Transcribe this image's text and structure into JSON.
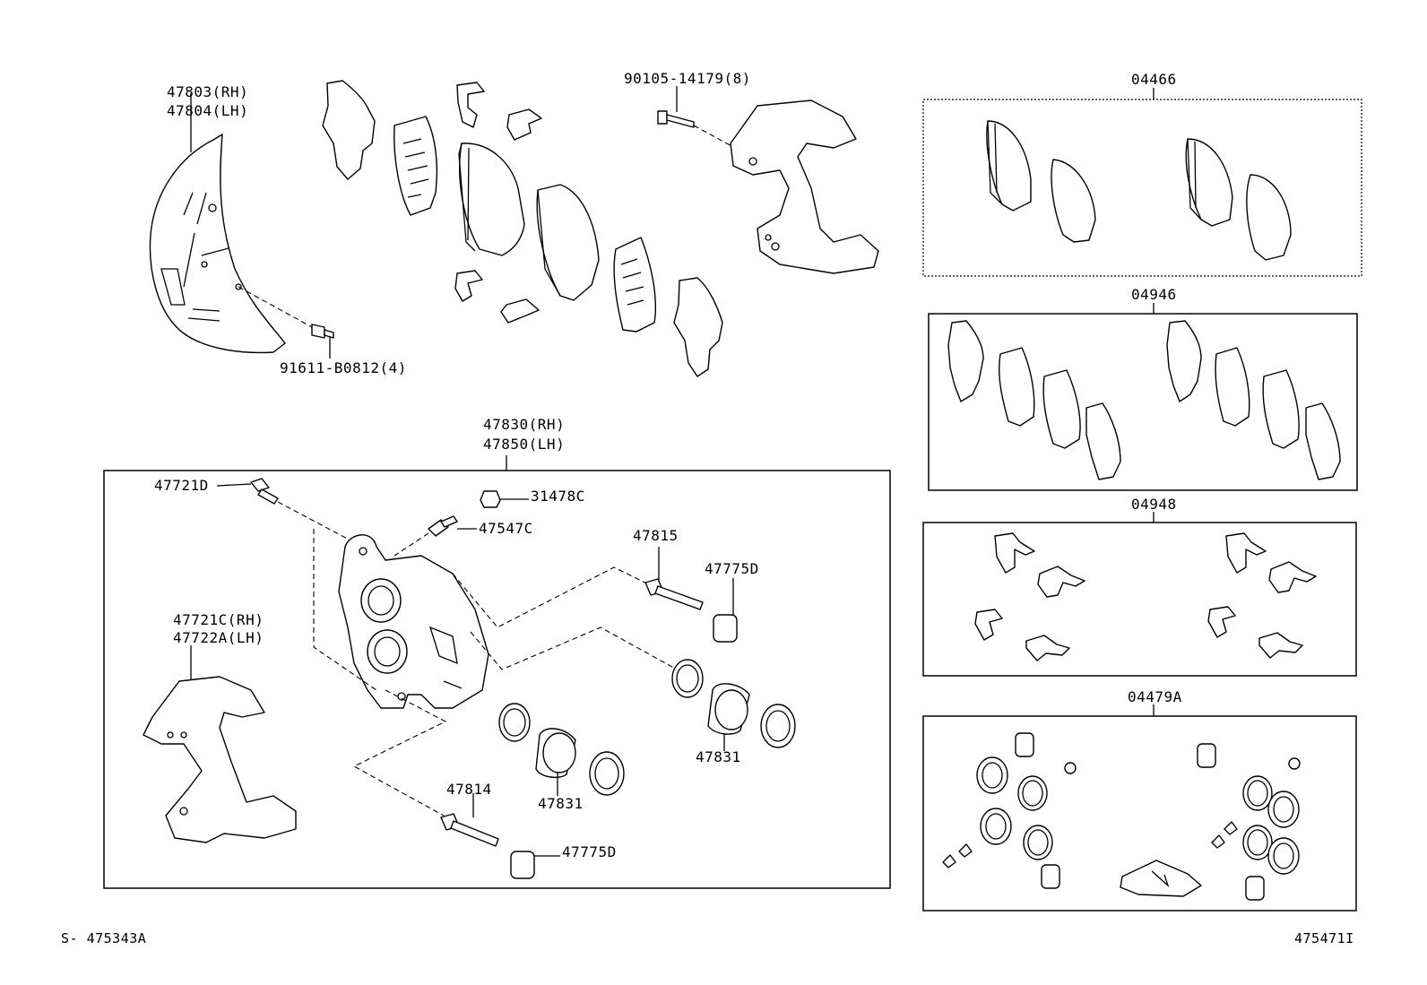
{
  "labels": {
    "shield_rh": "47803(RH)",
    "shield_lh": "47804(LH)",
    "bolt_shield": "91611-B0812(4)",
    "bolt_mount": "90105-14179(8)",
    "caliper_rh": "47830(RH)",
    "caliper_lh": "47850(LH)",
    "bleeder": "47721D",
    "cap": "31478C",
    "bleeder_plug": "47547C",
    "pin_upper": "47815",
    "boot_upper": "47775D",
    "mounting_rh": "47721C(RH)",
    "mounting_lh": "47722A(LH)",
    "piston_right": "47831",
    "piston_left": "47831",
    "pin_lower": "47814",
    "boot_lower": "47775D",
    "kit_pad": "04466",
    "kit_shim": "04946",
    "kit_clip": "04948",
    "kit_seal": "04479A",
    "ref_left": "S- 475343A",
    "ref_right": "475471I"
  }
}
